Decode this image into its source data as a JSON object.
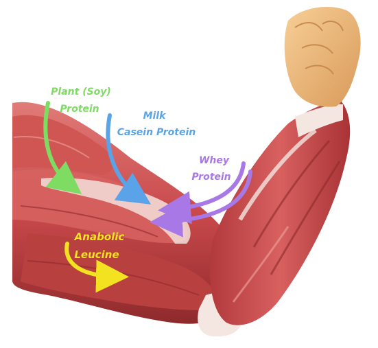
{
  "labels": {
    "plant": {
      "line1": "Plant (Soy)",
      "line2": "Protein"
    },
    "milk": {
      "line1": "Milk",
      "line2": "Casein Protein"
    },
    "whey": {
      "line1": "Whey",
      "line2": "Protein"
    },
    "leucine": {
      "line1": "Anabolic",
      "line2": "Leucine"
    }
  },
  "colors": {
    "plant": "#7fdc63",
    "milk": "#5aa3e8",
    "whey": "#a879e6",
    "leucine": "#f2e21f",
    "muscle": "#c9494b",
    "muscle_dark": "#8e2a2c",
    "muscle_light": "#e48a86",
    "tendon": "#f4e6e1",
    "skin": "#f0bf84",
    "skin_dark": "#c98a4d"
  }
}
